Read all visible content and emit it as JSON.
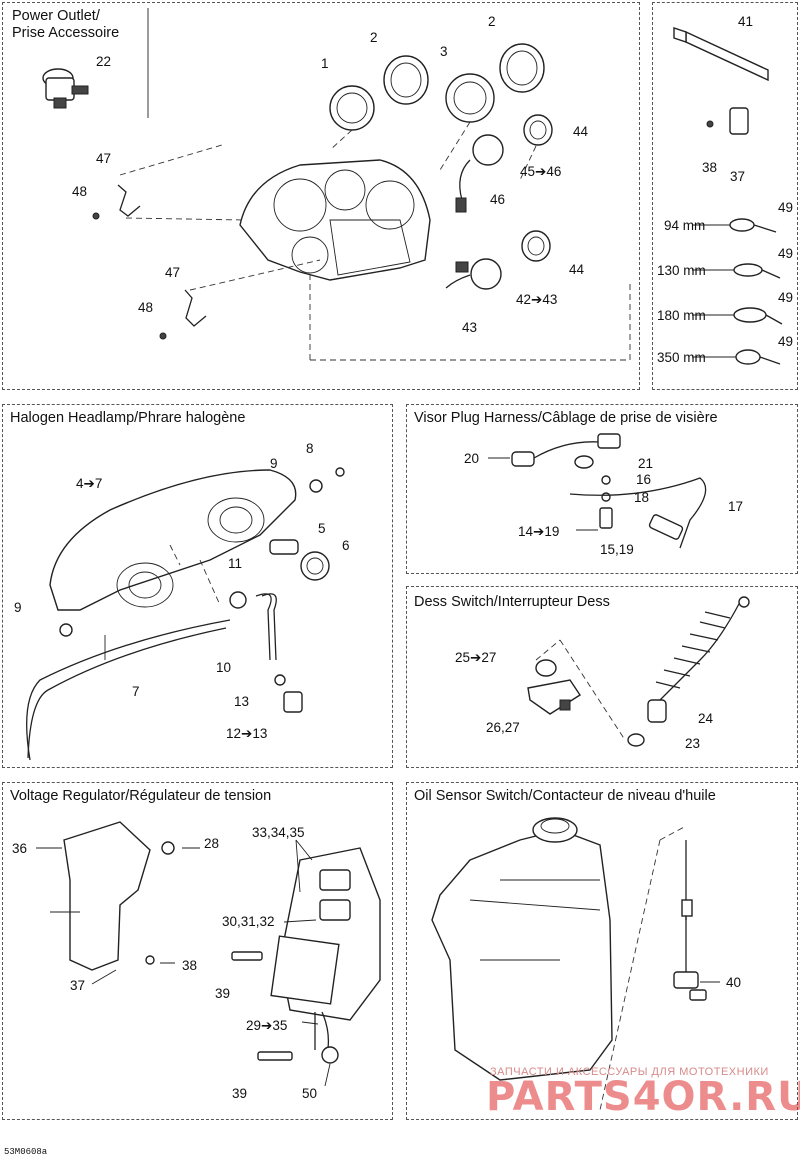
{
  "panels": {
    "power": {
      "title_line1": "Power Outlet/",
      "title_line2": "Prise Accessoire"
    },
    "halogen": {
      "title": "Halogen Headlamp/Phrare halogène"
    },
    "visor": {
      "title": "Visor Plug Harness/Câblage de prise de visière"
    },
    "dess": {
      "title": "Dess Switch/Interrupteur Dess"
    },
    "voltage": {
      "title": "Voltage Regulator/Régulateur de tension"
    },
    "oil": {
      "title": "Oil Sensor Switch/Contacteur de niveau d'huile"
    }
  },
  "callouts": {
    "c22": "22",
    "c1": "1",
    "c2a": "2",
    "c3": "3",
    "c2b": "2",
    "c44a": "44",
    "c45": "45➔46",
    "c46": "46",
    "c47a": "47",
    "c48a": "48",
    "c47b": "47",
    "c48b": "48",
    "c44b": "44",
    "c42": "42➔43",
    "c43": "43",
    "c41": "41",
    "c38a": "38",
    "c37a": "37",
    "c49a": "49",
    "c49b": "49",
    "c49c": "49",
    "c49d": "49",
    "mm94": "94 mm",
    "mm130": "130 mm",
    "mm180": "180 mm",
    "mm350": "350 mm",
    "c8": "8",
    "c9a": "9",
    "c47h": "4➔7",
    "c5": "5",
    "c6": "6",
    "c11": "11",
    "c9b": "9",
    "c7": "7",
    "c10": "10",
    "c13": "13",
    "c1213": "12➔13",
    "c20": "20",
    "c21": "21",
    "c16": "16",
    "c18": "18",
    "c17": "17",
    "c1419": "14➔19",
    "c1519": "15,19",
    "c2527": "25➔27",
    "c2627": "26,27",
    "c24": "24",
    "c23": "23",
    "c36": "36",
    "c28": "28",
    "c333435": "33,34,35",
    "c303132": "30,31,32",
    "c38b": "38",
    "c37b": "37",
    "c39a": "39",
    "c2935": "29➔35",
    "c39b": "39",
    "c50": "50",
    "c40": "40"
  },
  "footer_code": "53M0608a",
  "watermark": {
    "line1": "ЗАПЧАСТИ И АКСЕССУАРЫ ДЛЯ МОТОТЕХНИКИ",
    "line2": "PARTS4OR.RU"
  }
}
